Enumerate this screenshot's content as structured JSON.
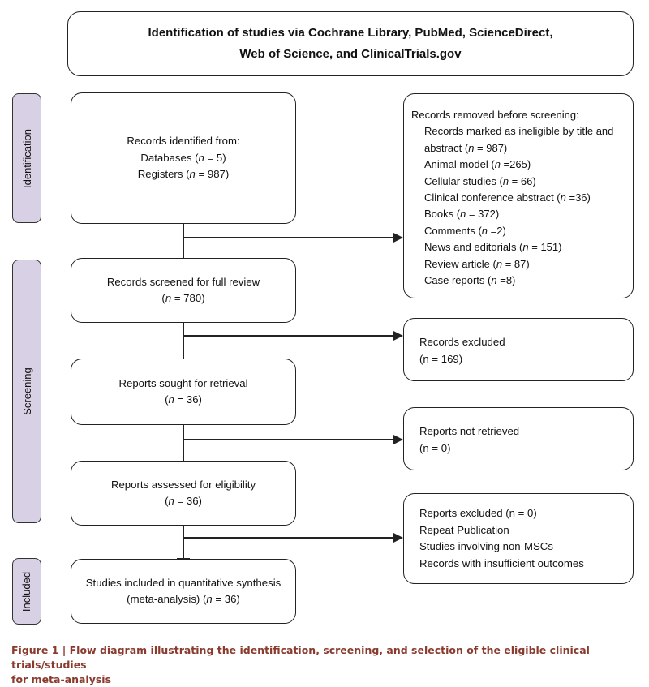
{
  "header": {
    "line1": "Identification of studies via Cochrane Library, PubMed, ScienceDirect,",
    "line2": "Web of Science, and ClinicalTrials.gov"
  },
  "phases": {
    "identification": "Identification",
    "screening": "Screening",
    "included": "Included"
  },
  "identified": {
    "title": "Records identified from:",
    "databases_label": "Databases (",
    "databases_value": " = 5)",
    "registers_label": "Registers (",
    "registers_value": " = 987)"
  },
  "removed": {
    "title": "Records removed before screening:",
    "items": [
      {
        "label": "Records marked as ineligible by title and",
        "label2": "abstract (",
        "value": " = 987)"
      },
      {
        "label": "Animal model (",
        "value": " =265)"
      },
      {
        "label": "Cellular studies (",
        "value": " = 66)"
      },
      {
        "label": "Clinical conference abstract (",
        "value": " =36)"
      },
      {
        "label": "Books (",
        "value": " = 372)"
      },
      {
        "label": "Comments (",
        "value": " =2)"
      },
      {
        "label": "News and editorials (",
        "value": " = 151)"
      },
      {
        "label": "Review article (",
        "value": " = 87)"
      },
      {
        "label": "Case reports (",
        "value": " =8)"
      }
    ]
  },
  "screened": {
    "title": "Records screened for full review",
    "value_prefix": "(",
    "value": " = 780)"
  },
  "excluded": {
    "title": "Records excluded",
    "value": "(n = 169)"
  },
  "sought": {
    "title": "Reports sought for retrieval",
    "value_prefix": "(",
    "value": " = 36)"
  },
  "not_retrieved": {
    "title": "Reports not retrieved",
    "value": "(n = 0)"
  },
  "assessed": {
    "title": "Reports assessed for eligibility",
    "value_prefix": "(",
    "value": " = 36)"
  },
  "reports_excluded": {
    "lines": [
      "Reports excluded (n = 0)",
      "Repeat Publication",
      "Studies involving non-MSCs",
      "Records with insufficient outcomes"
    ]
  },
  "included": {
    "title": "Studies included in quantitative synthesis",
    "value_prefix": "(meta-analysis) (",
    "value": " = 36)"
  },
  "n_symbol": "n",
  "caption": {
    "line1": "Figure 1  |  Flow diagram illustrating the identification, screening, and selection of the eligible clinical trials/studies",
    "line2": "for meta-analysis"
  }
}
